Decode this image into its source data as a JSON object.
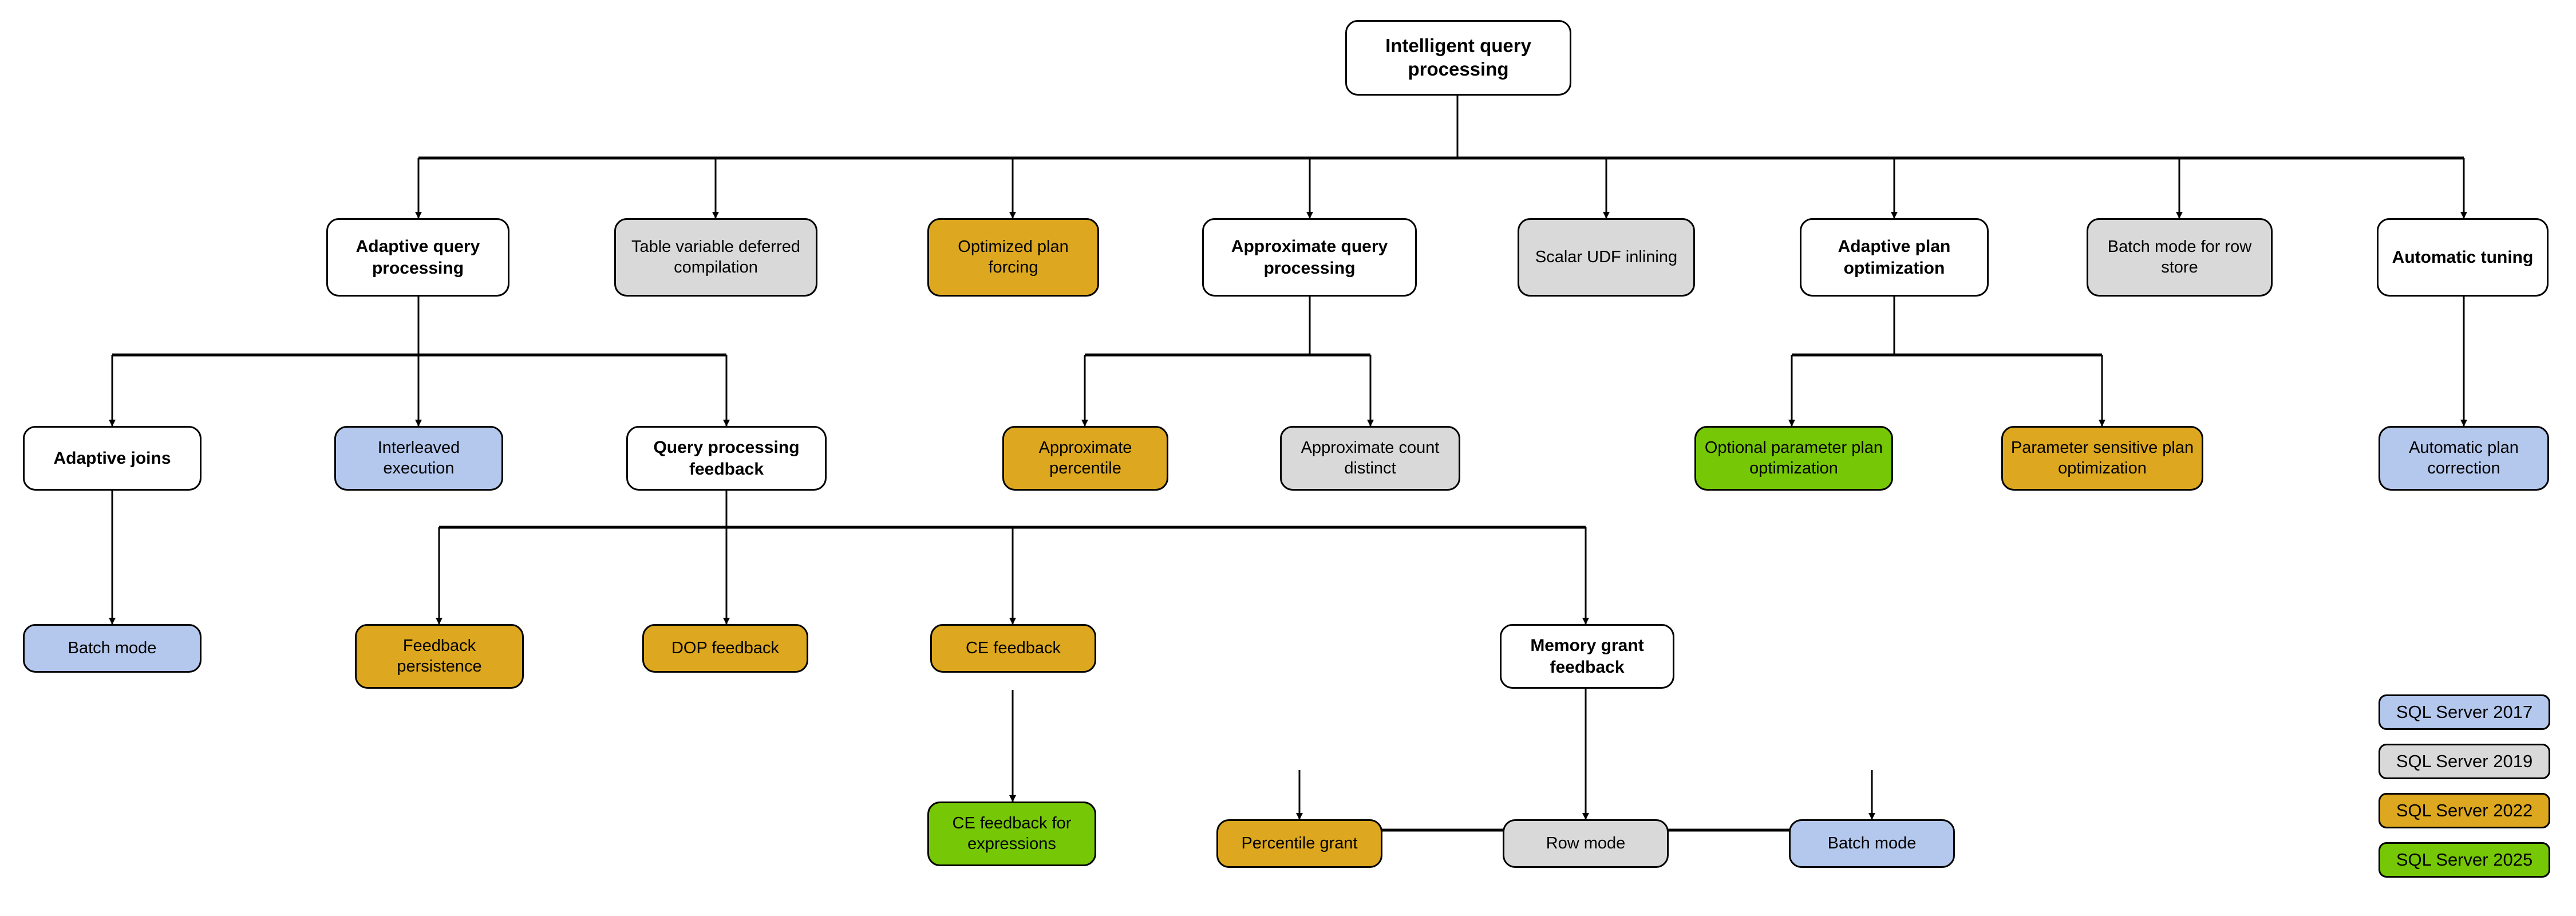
{
  "diagram": {
    "title": "Intelligent query processing",
    "palette": {
      "sql_server_2017": "#b4c7ed",
      "sql_server_2019": "#d9d9d9",
      "sql_server_2022": "#dda81f",
      "sql_server_2025": "#76c706",
      "neutral": "#ffffff",
      "stroke": "#000000"
    },
    "nodes": {
      "root": "Intelligent query processing",
      "adaptive_query_processing": "Adaptive query processing",
      "table_variable_deferred_compilation": "Table variable deferred compilation",
      "optimized_plan_forcing": "Optimized plan forcing",
      "approximate_query_processing": "Approximate query processing",
      "scalar_udf_inlining": "Scalar UDF inlining",
      "adaptive_plan_optimization": "Adaptive plan optimization",
      "batch_mode_for_row_store": "Batch mode for row store",
      "automatic_tuning": "Automatic tuning",
      "adaptive_joins": "Adaptive joins",
      "interleaved_execution": "Interleaved execution",
      "query_processing_feedback": "Query processing feedback",
      "approximate_percentile": "Approximate percentile",
      "approximate_count_distinct": "Approximate count distinct",
      "optional_parameter_plan_optimization": "Optional parameter plan optimization",
      "parameter_sensitive_plan_optimization": "Parameter sensitive plan optimization",
      "automatic_plan_correction": "Automatic plan correction",
      "batch_mode_adaptive_joins": "Batch mode",
      "feedback_persistence": "Feedback persistence",
      "dop_feedback": "DOP feedback",
      "ce_feedback": "CE feedback",
      "memory_grant_feedback": "Memory grant feedback",
      "ce_feedback_for_expressions": "CE feedback for expressions",
      "percentile_grant": "Percentile grant",
      "row_mode": "Row mode",
      "batch_mode_memory_grant": "Batch mode"
    },
    "legend": {
      "items": [
        {
          "label": "SQL Server 2017",
          "color": "#b4c7ed"
        },
        {
          "label": "SQL Server 2019",
          "color": "#d9d9d9"
        },
        {
          "label": "SQL Server 2022",
          "color": "#dda81f"
        },
        {
          "label": "SQL Server 2025",
          "color": "#76c706"
        }
      ]
    }
  }
}
